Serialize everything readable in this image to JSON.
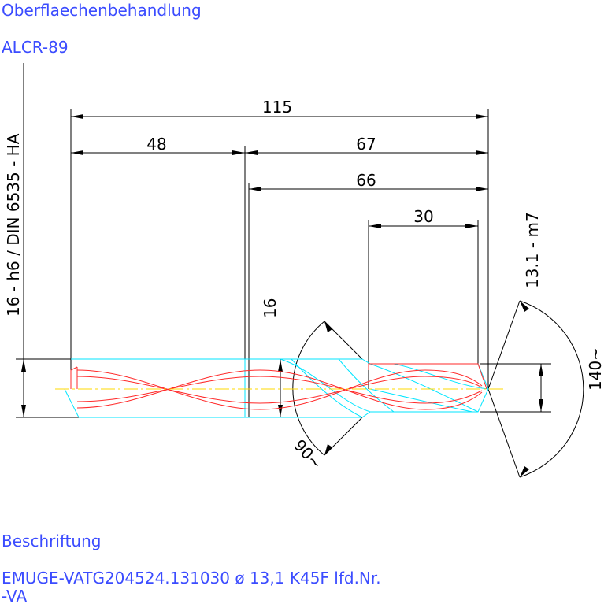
{
  "texts": {
    "surface_treatment_heading": "Oberflaechenbehandlung",
    "coating": "ALCR-89",
    "shank_spec": "16 - h6 / DIN 6535 - HA",
    "diameter_tolerance": "13.1 - m7",
    "point_angle": "140~",
    "chamfer_angle": "90~",
    "lettering_heading": "Beschriftung",
    "lettering_line1": "EMUGE-VATG204524.131030 ø 13,1  K45F lfd.Nr.",
    "lettering_line2": "-VA"
  },
  "dimensions": {
    "overall_length": "115",
    "shank_length": "48",
    "flute_section_length": "67",
    "body_length": "66",
    "cutting_length": "30",
    "neck_diameter": "16"
  },
  "colors": {
    "text": "#3b4cff",
    "dimension_lines": "#000000",
    "flutes": "#ff2a2a",
    "body_outline": "#00e5ff",
    "axis": "#ffd800"
  }
}
